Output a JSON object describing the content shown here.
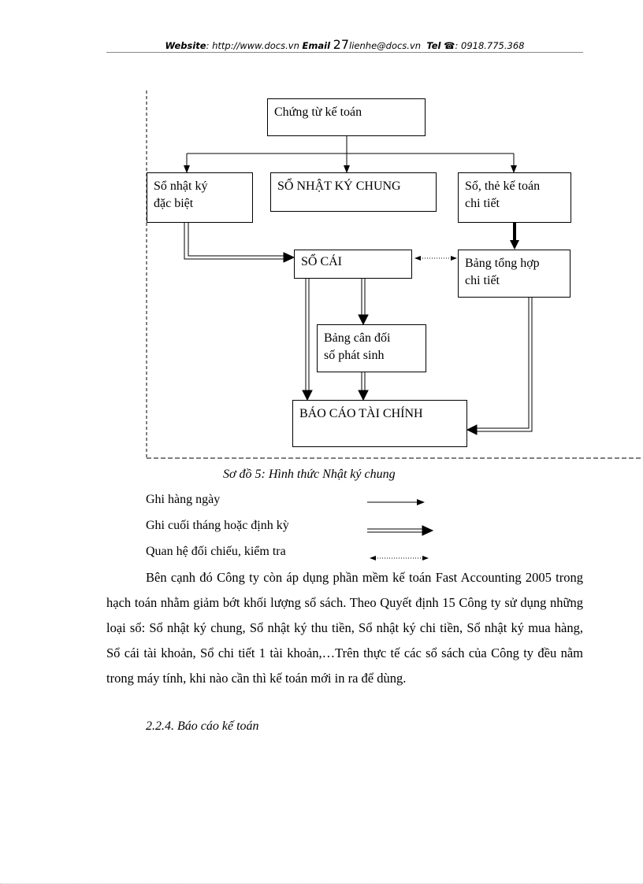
{
  "header": {
    "website_label": "Website",
    "website_value": ": http://www.docs.vn",
    "email_label": "Email",
    "page_number": "27",
    "email_value": "lienhe@docs.vn",
    "tel_label": "Tel",
    "phone_icon": "phone-icon",
    "tel_value": ": 0918.775.368"
  },
  "diagram": {
    "chung_tu": "Chứng từ kế toán",
    "so_nhat_ky_dac_biet": "Sổ nhật ký\nđặc biệt",
    "so_nhat_ky_chung": "SỔ NHẬT KÝ CHUNG",
    "so_the_chi_tiet": "Sổ, thẻ kế toán\nchi tiết",
    "so_cai": "SỔ CÁI",
    "bang_tong_hop": "Bảng tổng hợp\nchi tiết",
    "bang_can_doi": "Bảng cân đối\nsố phát sinh",
    "bao_cao": "BÁO CÁO TÀI CHÍNH"
  },
  "caption": "Sơ đồ 5: Hình thức Nhật ký chung",
  "legend": {
    "daily": "Ghi hàng ngày",
    "periodic": "Ghi cuối tháng hoặc định kỳ",
    "crosscheck": "Quan hệ đối chiếu, kiểm tra"
  },
  "paragraph": "Bên cạnh đó Công ty còn áp dụng phần mềm kế toán Fast Accounting 2005 trong hạch toán nhằm giảm bớt khối lượng sổ sách. Theo Quyết định 15 Công ty sử dụng những loại sổ: Sổ nhật ký chung, Sổ nhật ký thu tiền, Sổ nhật ký chi tiền, Sổ nhật ký mua hàng, Sổ cái tài khoản, Sổ chi tiết 1 tài khoản,…Trên thực tế các sổ sách của Công ty đều nằm trong máy tính, khi nào cần thì kế toán mới in ra để dùng.",
  "subheading": "2.2.4. Báo cáo kế toán"
}
